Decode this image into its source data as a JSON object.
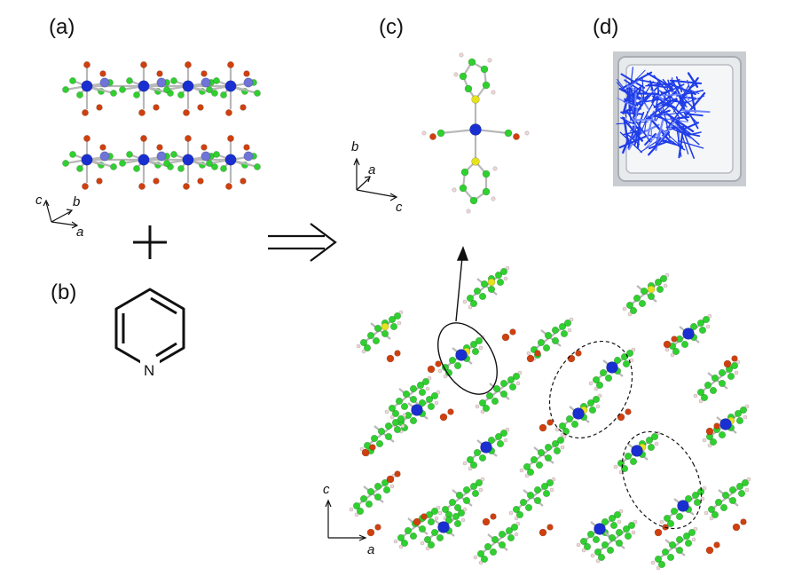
{
  "panels": {
    "a": {
      "label": "(a)",
      "axes": {
        "c": "c",
        "b": "b",
        "a": "a"
      }
    },
    "b": {
      "label": "(b)",
      "atom": "N"
    },
    "c": {
      "label": "(c)",
      "axes": {
        "b": "b",
        "a": "a",
        "c": "c"
      }
    },
    "d": {
      "label": "(d)"
    },
    "e": {
      "axes": {
        "c": "c",
        "a": "a"
      }
    }
  },
  "colors": {
    "metal": "#1a2fd0",
    "metal_light": "#6e74d8",
    "carbon": "#2fd02f",
    "oxygen": "#d0400e",
    "sulfur": "#e6e21c",
    "hydrogen": "#f0d8d8",
    "bond": "#b8b8b8",
    "crystal": "#1f3de8",
    "dish": "#d6dadf"
  },
  "icons": {
    "plus": "plus-icon",
    "arrow": "double-arrow-icon"
  }
}
